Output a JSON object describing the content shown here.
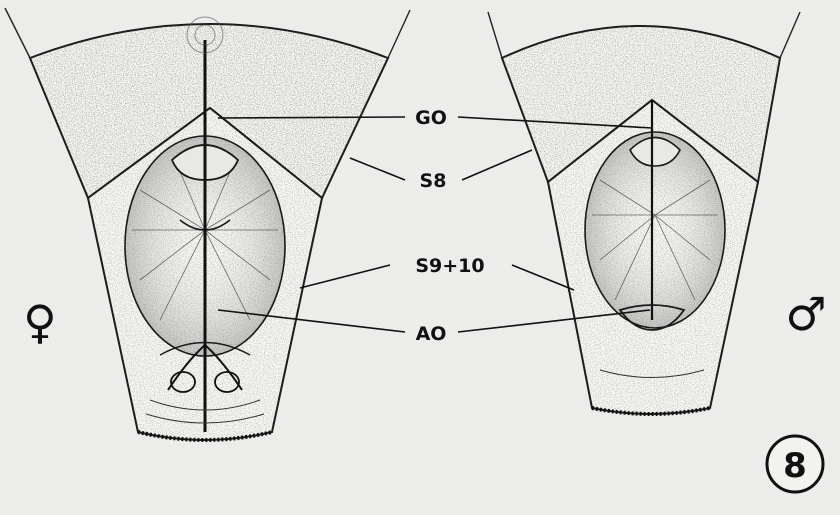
{
  "figure": {
    "labels": {
      "go": "GO",
      "s8": "S8",
      "s9_10": "S9+10",
      "ao": "AO"
    },
    "sex_symbols": {
      "female": "♀",
      "male": "♂"
    },
    "figure_number": "8",
    "colors": {
      "background": "#ececea",
      "ink": "#1a1a1a",
      "stipple": "#3a3a3a"
    }
  }
}
